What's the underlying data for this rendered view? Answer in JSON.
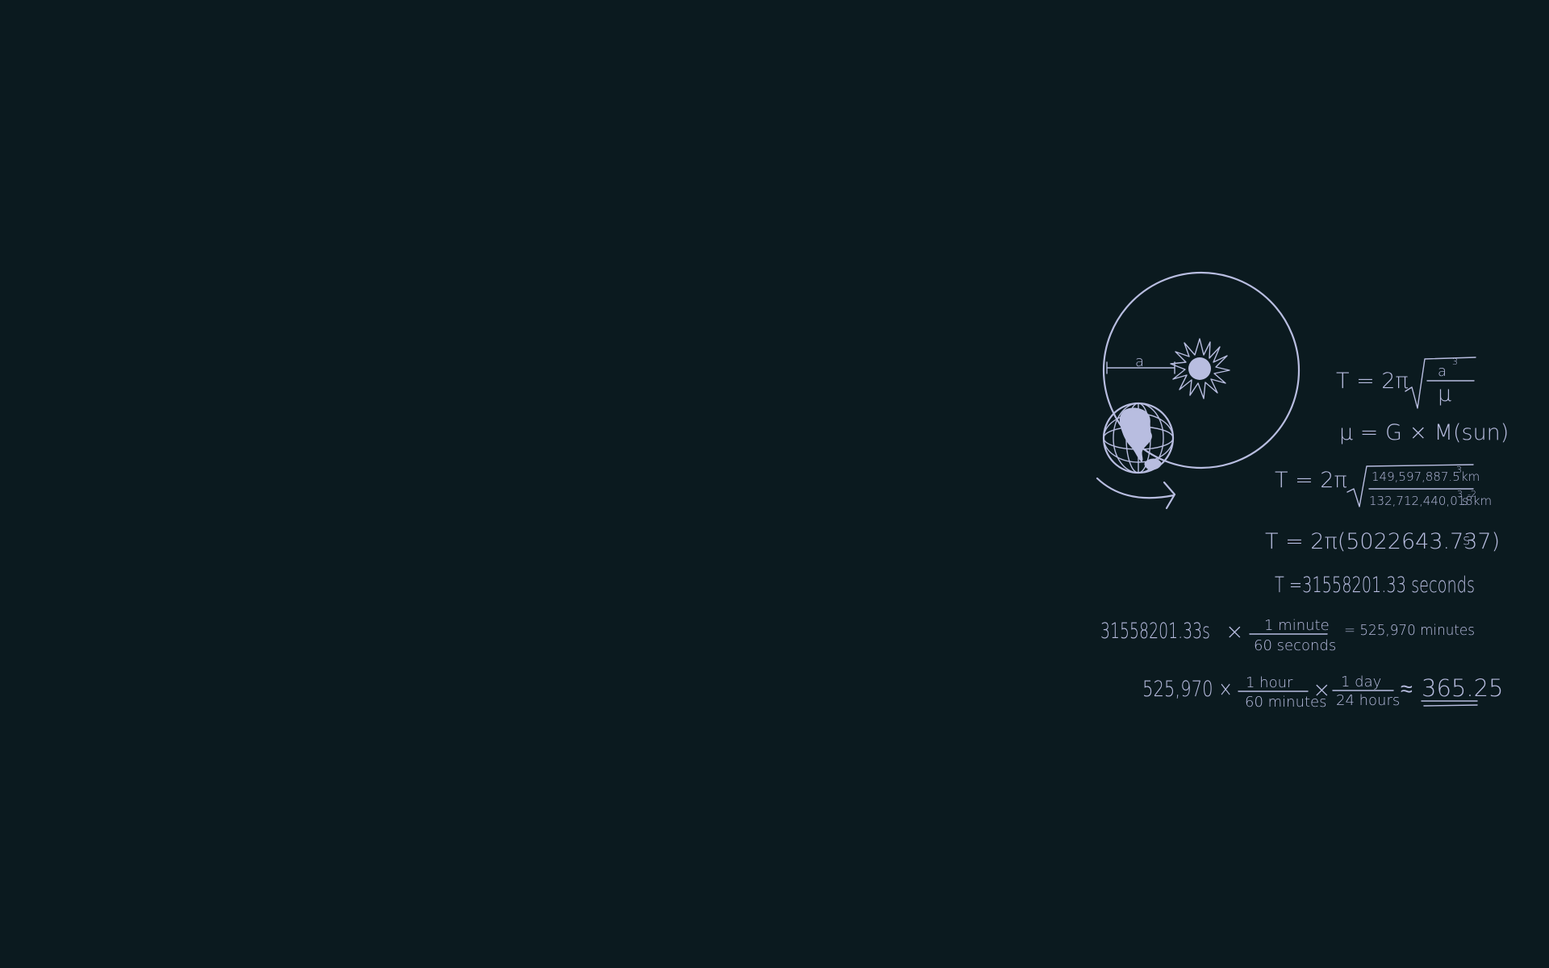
{
  "diagram": {
    "radius_label": "a"
  },
  "equations": {
    "line1": {
      "lhs": "T = 2π",
      "numerator": "a",
      "numerator_exp": "3",
      "denominator": "μ"
    },
    "line2": {
      "text": "μ = G × M(sun)"
    },
    "line3": {
      "lhs": "T = 2π",
      "numerator": "149,597,887.5",
      "numerator_exp": "3",
      "numerator_unit": "km",
      "denominator": "132,712,440,018km",
      "denominator_exp1": "3",
      "denominator_unit": "s",
      "denominator_exp2": "-2"
    },
    "line4": {
      "text": "T = 2π(5022643.737)",
      "unit": "s"
    },
    "line5": {
      "text": "T =31558201.33 seconds"
    },
    "line6": {
      "lhs": "31558201.33s",
      "times": "×",
      "numerator": "1 minute",
      "denominator": "60 seconds",
      "rhs": "= 525,970 minutes"
    },
    "line7": {
      "lhs": "525,970 ×",
      "frac1_num": "1 hour",
      "frac1_den": "60 minutes",
      "times": "×",
      "frac2_num": "1 day",
      "frac2_den": "24 hours",
      "approx": "≈",
      "result": "365.25"
    }
  },
  "colors": {
    "background": "#0b1a1f",
    "chalk": "#b8bde0"
  }
}
